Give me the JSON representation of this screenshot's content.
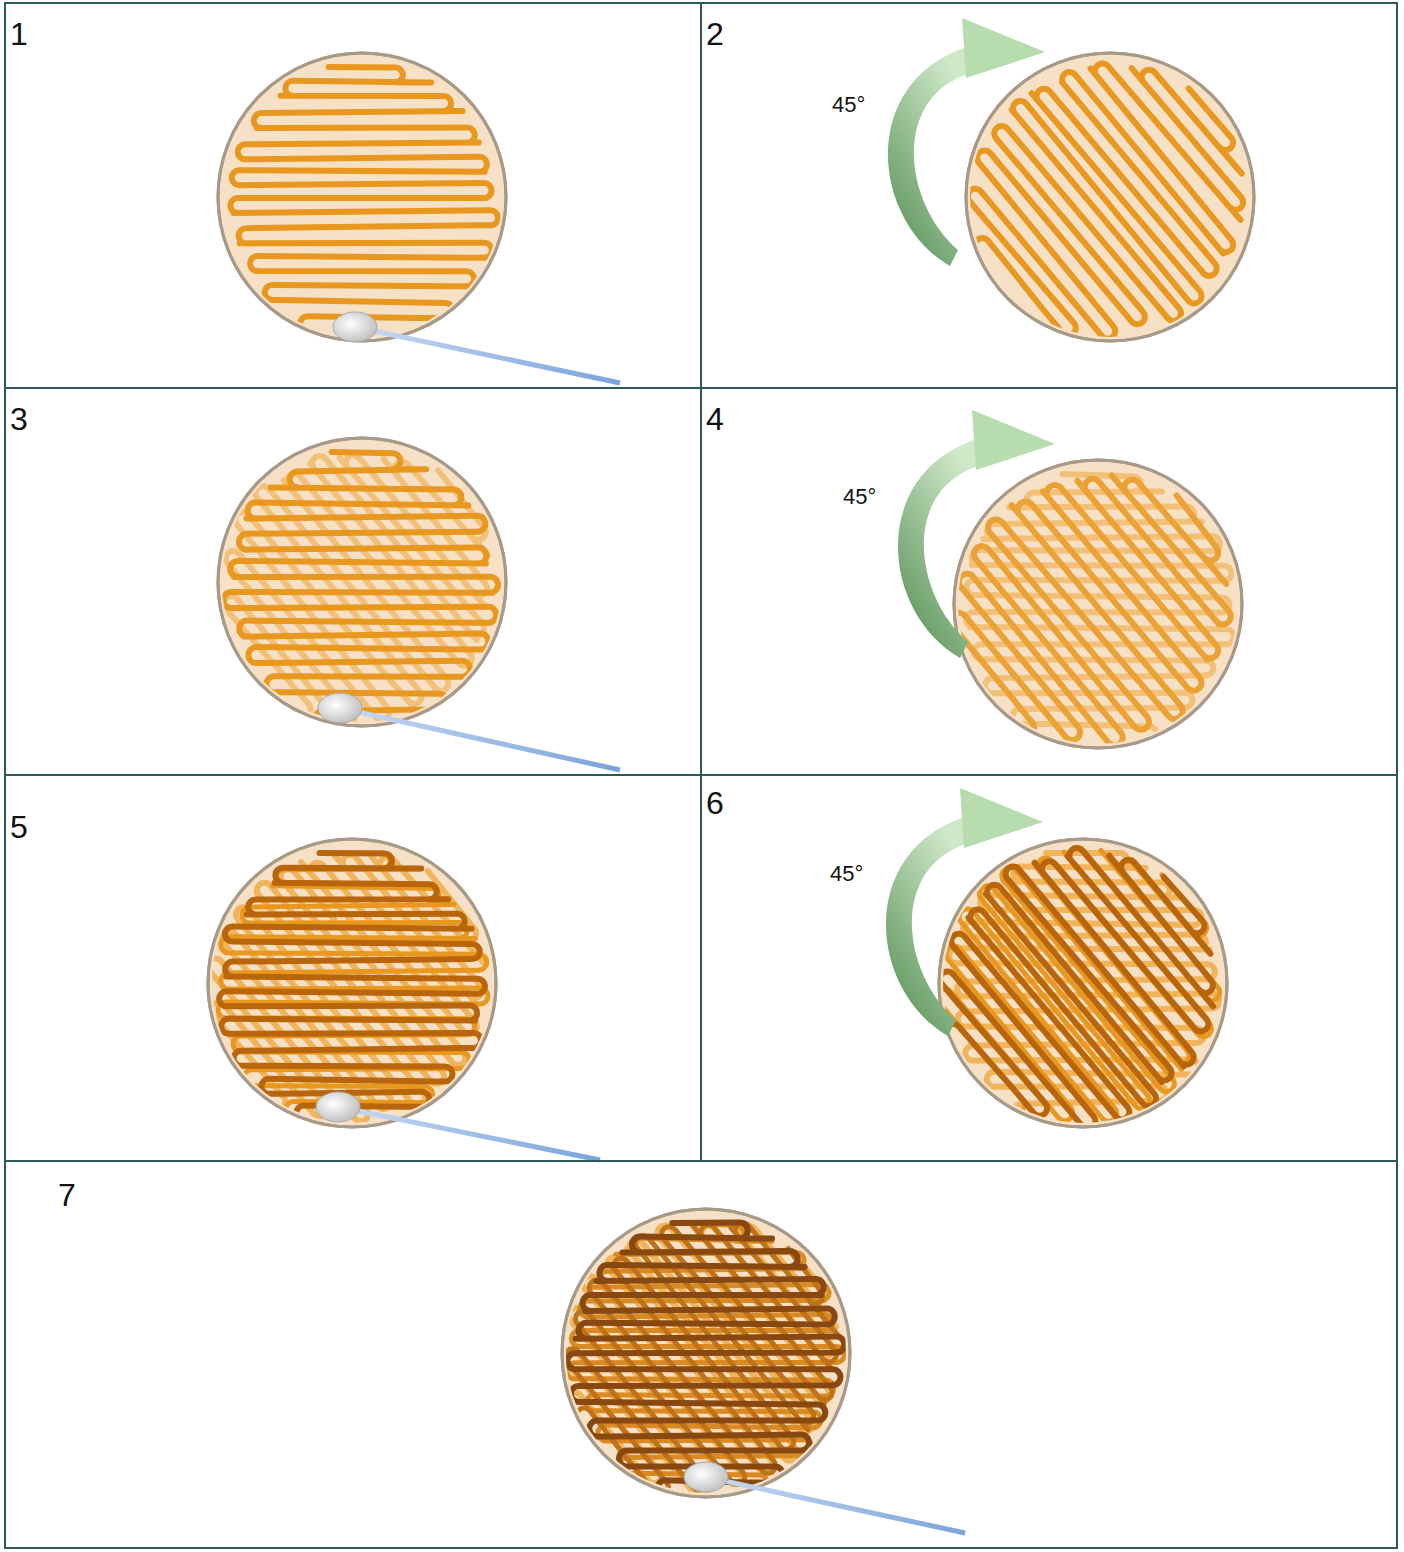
{
  "diagram": {
    "labels": [
      "1",
      "2",
      "45°",
      "3",
      "4",
      "45°",
      "5",
      "6",
      "45°",
      "7"
    ]
  }
}
